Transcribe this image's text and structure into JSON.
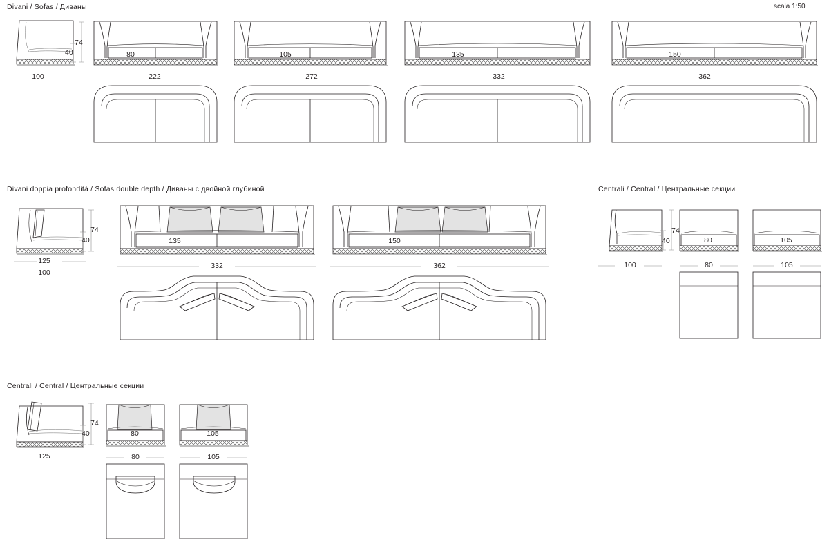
{
  "page": {
    "scale_label": "scala 1:50",
    "background": "#ffffff",
    "line_color": "#231f20",
    "cushion_color": "#e3e3e3"
  },
  "sections": {
    "sofas": {
      "title_it": "Divani",
      "title_en": "Sofas",
      "title_ru": "Диваны",
      "title_full": "Divani / Sofas / Диваны"
    },
    "sofas_double_depth": {
      "title_it": "Divani doppia profondità",
      "title_en": "Sofas double depth",
      "title_ru": "Диваны с двойной глубиной",
      "title_full": "Divani doppia profondità / Sofas double depth / Диваны с двойной глубиной"
    },
    "central_right": {
      "title_it": "Centrali",
      "title_en": "Central",
      "title_ru": "Центральные секции",
      "title_full": "Centrali / Central / Центральные секции"
    },
    "central_bottom": {
      "title_it": "Centrali",
      "title_en": "Central",
      "title_ru": "Центральные секции",
      "title_full": "Centrali / Central / Центральные секции"
    }
  },
  "row1": {
    "side_view": {
      "depth": "100",
      "height_total": "74",
      "height_seat": "40"
    },
    "items": [
      {
        "seat": "80",
        "width": "222"
      },
      {
        "seat": "105",
        "width": "272"
      },
      {
        "seat": "135",
        "width": "332"
      },
      {
        "seat": "150",
        "width": "362"
      }
    ]
  },
  "row2": {
    "side_view": {
      "depth_outer": "125",
      "depth_inner": "100",
      "height_total": "74",
      "height_seat": "40"
    },
    "items": [
      {
        "seat": "135",
        "width": "332"
      },
      {
        "seat": "150",
        "width": "362"
      }
    ],
    "central": {
      "side_view": {
        "depth": "100",
        "height_total": "74",
        "height_seat": "40"
      },
      "items": [
        {
          "seat": "80",
          "width": "80"
        },
        {
          "seat": "105",
          "width": "105"
        }
      ]
    }
  },
  "row3": {
    "side_view": {
      "depth": "125",
      "height_total": "74",
      "height_seat": "40"
    },
    "items": [
      {
        "seat": "80",
        "width": "80"
      },
      {
        "seat": "105",
        "width": "105"
      }
    ]
  }
}
